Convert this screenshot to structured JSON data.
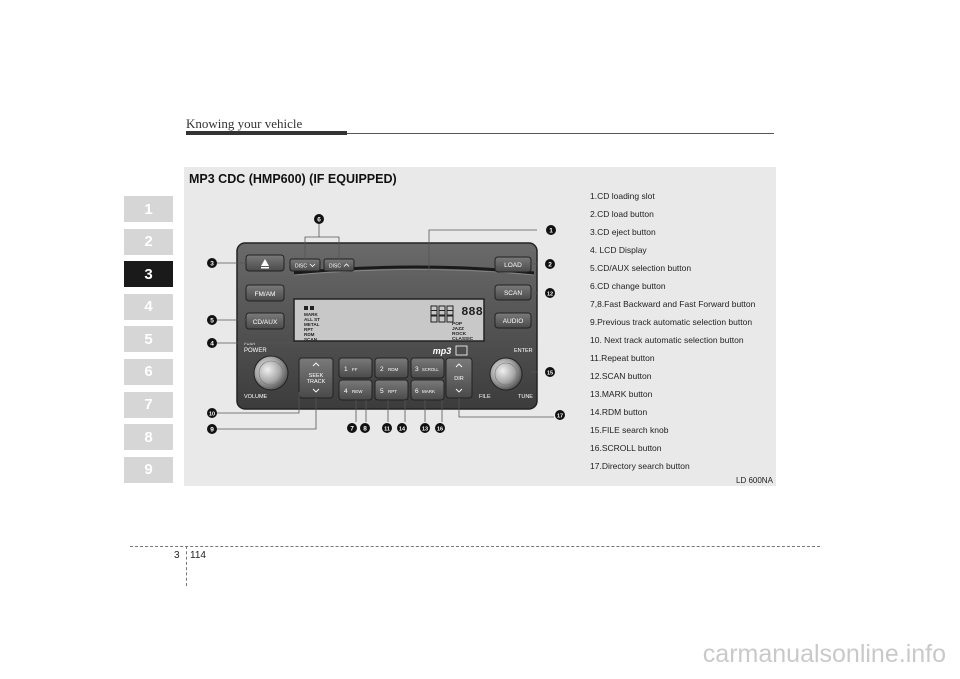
{
  "header": {
    "title": "Knowing your vehicle"
  },
  "chapters": [
    "1",
    "2",
    "3",
    "4",
    "5",
    "6",
    "7",
    "8",
    "9"
  ],
  "active_chapter": "3",
  "section": {
    "title": "MP3 CDC (HMP600) (IF EQUIPPED)",
    "figure_code": "LD 600NA"
  },
  "legend": [
    "1.CD loading slot",
    "2.CD load button",
    "3.CD eject button",
    "4. LCD Display",
    "5.CD/AUX selection button",
    "6.CD change button",
    "7,8.Fast Backward and Fast Forward button",
    "9.Previous track automatic selection button",
    "10. Next track automatic selection button",
    "11.Repeat button",
    "12.SCAN button",
    "13.MARK button",
    "14.RDM button",
    "15.FILE search knob",
    "16.SCROLL button",
    "17.Directory search button"
  ],
  "radio": {
    "disc_down": "DISC",
    "disc_up": "DISC",
    "fm_am": "FM/AM",
    "cd_aux": "CD/AUX",
    "load": "LOAD",
    "scan": "SCAN",
    "audio": "AUDIO",
    "push": "PUSH",
    "power": "POWER",
    "volume": "VOLUME",
    "enter": "ENTER",
    "tune": "TUNE",
    "file": "FILE",
    "seek": "SEEK",
    "track": "TRACK",
    "dir": "DIR",
    "mp3_badge": "mp3",
    "lcd_left": [
      "MARK",
      "ALL ST",
      "METAL",
      "RPT",
      "RDM",
      "SCAN"
    ],
    "lcd_right": [
      "POP",
      "JAZZ",
      "ROCK",
      "CLASSIC"
    ],
    "lcd_digits": "888",
    "presets": [
      {
        "num": "1",
        "label": "FF"
      },
      {
        "num": "2",
        "label": "RDM"
      },
      {
        "num": "3",
        "label": "SCROLL"
      },
      {
        "num": "4",
        "label": "REW"
      },
      {
        "num": "5",
        "label": "RPT"
      },
      {
        "num": "6",
        "label": "MARK"
      }
    ]
  },
  "callouts": {
    "c1": "1",
    "c2": "2",
    "c3": "3",
    "c4": "4",
    "c5": "5",
    "c6": "6",
    "c7": "7",
    "c8": "8",
    "c9": "9",
    "c10": "10",
    "c11": "11",
    "c12": "12",
    "c13": "13",
    "c14": "14",
    "c15": "15",
    "c16": "16",
    "c17": "17"
  },
  "page": {
    "chapter": "3",
    "number": "114"
  },
  "watermark": "carmanualsonline.info"
}
